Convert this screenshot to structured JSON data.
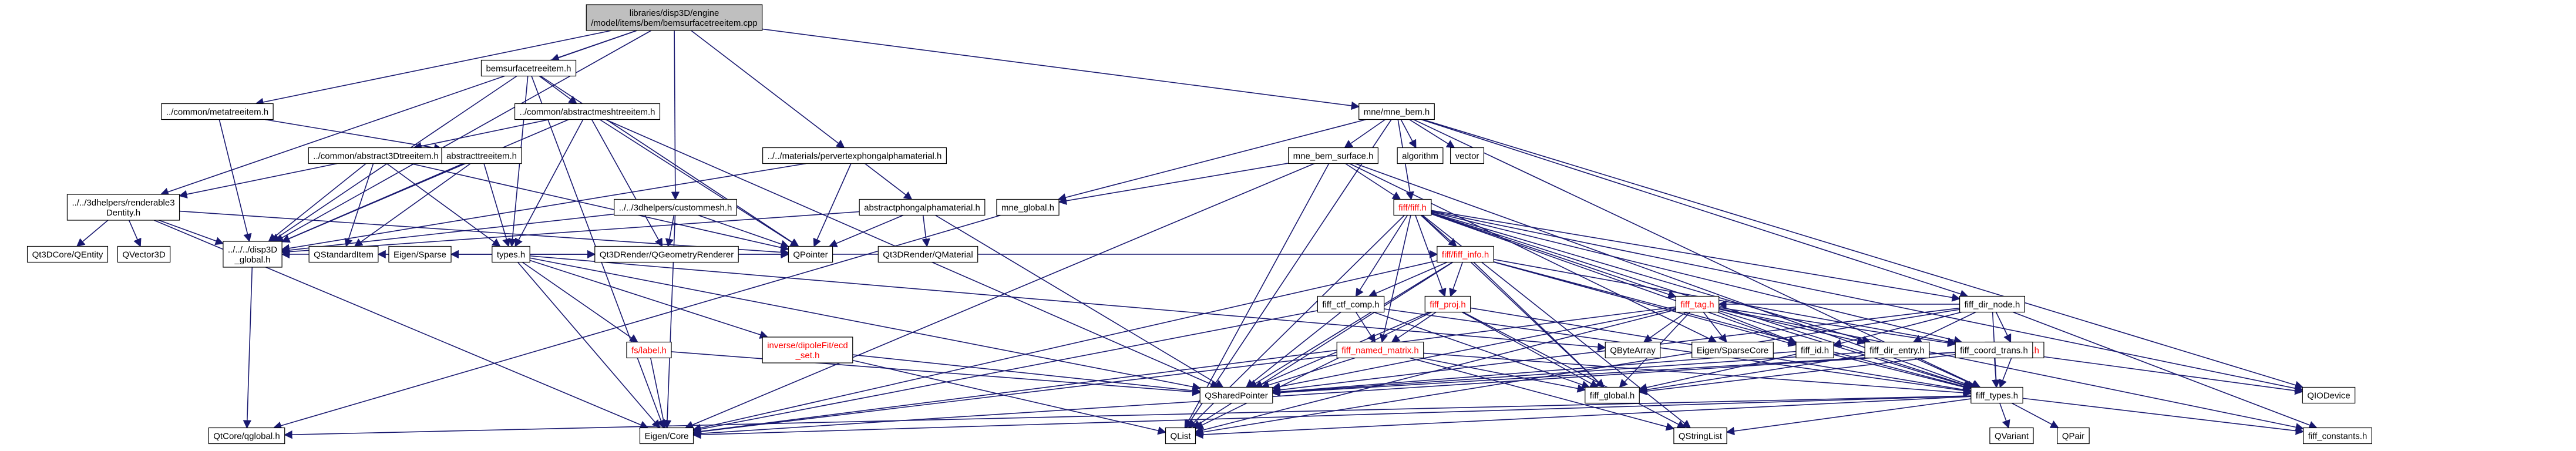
{
  "graph": {
    "colors": {
      "edge": "#191970",
      "node_border": "#000000",
      "node_fill": "#ffffff",
      "root_fill": "#bfbfbf",
      "text": "#000000",
      "red_border": "#ff0000",
      "red_text": "#ff0000"
    },
    "nodes": [
      {
        "id": "root",
        "lines": [
          "libraries/disp3D/engine",
          "/model/items/bem/bemsurfacetreeitem.cpp"
        ],
        "root": true
      },
      {
        "id": "bst",
        "lines": [
          "bemsurfacetreeitem.h"
        ]
      },
      {
        "id": "cmeta",
        "lines": [
          "../common/metatreeitem.h"
        ]
      },
      {
        "id": "abmesh",
        "lines": [
          "../common/abstractmeshtreeitem.h"
        ]
      },
      {
        "id": "abphong",
        "lines": [
          "../../materials/pervertexphongalphamaterial.h"
        ]
      },
      {
        "id": "mnebem",
        "lines": [
          "mne/mne_bem.h"
        ]
      },
      {
        "id": "ab3d",
        "lines": [
          "../common/abstract3Dtreeitem.h"
        ]
      },
      {
        "id": "abtree",
        "lines": [
          "abstracttreeitem.h"
        ]
      },
      {
        "id": "rendr",
        "lines": [
          "../../3dhelpers/renderable3",
          "Dentity.h"
        ]
      },
      {
        "id": "cmesh",
        "lines": [
          "../../3dhelpers/custommesh.h"
        ]
      },
      {
        "id": "abphong2",
        "lines": [
          "abstractphongalphamaterial.h"
        ]
      },
      {
        "id": "mnesurf",
        "lines": [
          "mne_bem_surface.h"
        ]
      },
      {
        "id": "mneglob",
        "lines": [
          "mne_global.h"
        ]
      },
      {
        "id": "algorithm",
        "lines": [
          "algorithm"
        ]
      },
      {
        "id": "vector",
        "lines": [
          "vector"
        ]
      },
      {
        "id": "types",
        "lines": [
          "types.h"
        ]
      },
      {
        "id": "disp3dg",
        "lines": [
          "../../../disp3D",
          "_global.h"
        ]
      },
      {
        "id": "qt3dentity",
        "lines": [
          "Qt3DCore/QEntity"
        ]
      },
      {
        "id": "qvector3d",
        "lines": [
          "QVector3D"
        ]
      },
      {
        "id": "qstditem",
        "lines": [
          "QStandardItem"
        ]
      },
      {
        "id": "eigensparse",
        "lines": [
          "Eigen/Sparse"
        ]
      },
      {
        "id": "qgeomrend",
        "lines": [
          "Qt3DRender/QGeometryRenderer"
        ]
      },
      {
        "id": "qpointer",
        "lines": [
          "QPointer"
        ]
      },
      {
        "id": "qmaterial",
        "lines": [
          "Qt3DRender/QMaterial"
        ]
      },
      {
        "id": "fiff",
        "lines": [
          "fiff/fiff.h"
        ],
        "red": true
      },
      {
        "id": "fiffinfo",
        "lines": [
          "fiff/fiff_info.h"
        ],
        "red": true
      },
      {
        "id": "fiffctf",
        "lines": [
          "fiff_ctf_comp.h"
        ]
      },
      {
        "id": "fiffproj",
        "lines": [
          "fiff_proj.h"
        ],
        "red": true
      },
      {
        "id": "fiffnamed",
        "lines": [
          "fiff_named_matrix.h"
        ],
        "red": true
      },
      {
        "id": "fifftag",
        "lines": [
          "fiff_tag.h"
        ],
        "red": true
      },
      {
        "id": "fiffdir",
        "lines": [
          "fiff_dir_node.h"
        ]
      },
      {
        "id": "fiffexplain",
        "lines": [
          "fiff_explain.h"
        ],
        "red": true
      },
      {
        "id": "fsilabel",
        "lines": [
          "fs/label.h"
        ],
        "red": true
      },
      {
        "id": "dipolefit",
        "lines": [
          "inverse/dipoleFit/ecd",
          "_set.h"
        ],
        "red": true
      },
      {
        "id": "qbytearray",
        "lines": [
          "QByteArray"
        ]
      },
      {
        "id": "eigensparsecore",
        "lines": [
          "Eigen/SparseCore"
        ]
      },
      {
        "id": "fiffid",
        "lines": [
          "fiff_id.h"
        ]
      },
      {
        "id": "fiffdirentry",
        "lines": [
          "fiff_dir_entry.h"
        ]
      },
      {
        "id": "fiffcoord",
        "lines": [
          "fiff_coord_trans.h"
        ]
      },
      {
        "id": "qshared",
        "lines": [
          "QSharedPointer"
        ]
      },
      {
        "id": "fiffglobal",
        "lines": [
          "fiff_global.h"
        ]
      },
      {
        "id": "fifftypes",
        "lines": [
          "fiff_types.h"
        ]
      },
      {
        "id": "qiodevice",
        "lines": [
          "QIODevice"
        ]
      },
      {
        "id": "qtcoreglobal",
        "lines": [
          "QtCore/qglobal.h"
        ]
      },
      {
        "id": "eigencore",
        "lines": [
          "Eigen/Core"
        ]
      },
      {
        "id": "qlist",
        "lines": [
          "QList"
        ]
      },
      {
        "id": "qstringlist",
        "lines": [
          "QStringList"
        ]
      },
      {
        "id": "fiffconst",
        "lines": [
          "fiff_constants.h"
        ]
      },
      {
        "id": "qvariant",
        "lines": [
          "QVariant"
        ]
      },
      {
        "id": "qpair",
        "lines": [
          "QPair"
        ]
      }
    ],
    "edges": [
      [
        "root",
        "bst"
      ],
      [
        "root",
        "cmeta"
      ],
      [
        "root",
        "rendr"
      ],
      [
        "root",
        "abphong"
      ],
      [
        "root",
        "mnebem"
      ],
      [
        "root",
        "cmesh"
      ],
      [
        "root",
        "disp3dg"
      ],
      [
        "bst",
        "abmesh"
      ],
      [
        "bst",
        "disp3dg"
      ],
      [
        "bst",
        "types"
      ],
      [
        "bst",
        "qpointer"
      ],
      [
        "bst",
        "eigencore"
      ],
      [
        "cmeta",
        "abtree"
      ],
      [
        "cmeta",
        "disp3dg"
      ],
      [
        "abmesh",
        "ab3d"
      ],
      [
        "abmesh",
        "types"
      ],
      [
        "abmesh",
        "disp3dg"
      ],
      [
        "abmesh",
        "qgeomrend"
      ],
      [
        "abmesh",
        "qpointer"
      ],
      [
        "abmesh",
        "qshared"
      ],
      [
        "abphong",
        "abphong2"
      ],
      [
        "abphong",
        "disp3dg"
      ],
      [
        "abphong",
        "qpointer"
      ],
      [
        "mnebem",
        "mnesurf"
      ],
      [
        "mnebem",
        "mneglob"
      ],
      [
        "mnebem",
        "algorithm"
      ],
      [
        "mnebem",
        "vector"
      ],
      [
        "mnebem",
        "fiff"
      ],
      [
        "mnebem",
        "fiffdir"
      ],
      [
        "mnebem",
        "qiodevice"
      ],
      [
        "mnebem",
        "qlist"
      ],
      [
        "mnebem",
        "fifftypes"
      ],
      [
        "ab3d",
        "rendr"
      ],
      [
        "ab3d",
        "abtree"
      ],
      [
        "ab3d",
        "disp3dg"
      ],
      [
        "ab3d",
        "qstditem"
      ],
      [
        "ab3d",
        "qpointer"
      ],
      [
        "ab3d",
        "types"
      ],
      [
        "abtree",
        "types"
      ],
      [
        "abtree",
        "disp3dg"
      ],
      [
        "abtree",
        "qstditem"
      ],
      [
        "rendr",
        "disp3dg"
      ],
      [
        "rendr",
        "qt3dentity"
      ],
      [
        "rendr",
        "qvector3d"
      ],
      [
        "rendr",
        "qpointer"
      ],
      [
        "rendr",
        "eigencore"
      ],
      [
        "cmesh",
        "disp3dg"
      ],
      [
        "cmesh",
        "qgeomrend"
      ],
      [
        "cmesh",
        "qpointer"
      ],
      [
        "cmesh",
        "eigencore"
      ],
      [
        "abphong2",
        "disp3dg"
      ],
      [
        "abphong2",
        "qmaterial"
      ],
      [
        "abphong2",
        "qpointer"
      ],
      [
        "abphong2",
        "qshared"
      ],
      [
        "mnesurf",
        "mneglob"
      ],
      [
        "mnesurf",
        "fiff"
      ],
      [
        "mnesurf",
        "eigencore"
      ],
      [
        "mnesurf",
        "eigensparsecore"
      ],
      [
        "mnesurf",
        "qlist"
      ],
      [
        "mnesurf",
        "fifftypes"
      ],
      [
        "mneglob",
        "qtcoreglobal"
      ],
      [
        "types",
        "disp3dg"
      ],
      [
        "types",
        "qstditem"
      ],
      [
        "types",
        "eigensparse"
      ],
      [
        "types",
        "qgeomrend"
      ],
      [
        "types",
        "fsilabel"
      ],
      [
        "types",
        "dipolefit"
      ],
      [
        "types",
        "eigencore"
      ],
      [
        "types",
        "qbytearray"
      ],
      [
        "types",
        "fiffinfo"
      ],
      [
        "types",
        "qshared"
      ],
      [
        "types",
        "qpointer"
      ],
      [
        "disp3dg",
        "qtcoreglobal"
      ],
      [
        "fiff",
        "fiffinfo"
      ],
      [
        "fiff",
        "fiffctf"
      ],
      [
        "fiff",
        "fiffproj"
      ],
      [
        "fiff",
        "fiffnamed"
      ],
      [
        "fiff",
        "fifftag"
      ],
      [
        "fiff",
        "fiffdir"
      ],
      [
        "fiff",
        "fiffid"
      ],
      [
        "fiff",
        "fiffdirentry"
      ],
      [
        "fiff",
        "fiffcoord"
      ],
      [
        "fiff",
        "fiffglobal"
      ],
      [
        "fiff",
        "fifftypes"
      ],
      [
        "fiff",
        "qiodevice"
      ],
      [
        "fiff",
        "qstringlist"
      ],
      [
        "fiff",
        "qlist"
      ],
      [
        "fiffinfo",
        "fiffctf"
      ],
      [
        "fiffinfo",
        "fiffproj"
      ],
      [
        "fiffinfo",
        "fiffid"
      ],
      [
        "fiffinfo",
        "fiffcoord"
      ],
      [
        "fiffinfo",
        "fiffglobal"
      ],
      [
        "fiffinfo",
        "fifftypes"
      ],
      [
        "fiffinfo",
        "qshared"
      ],
      [
        "fiffinfo",
        "qlist"
      ],
      [
        "fiffinfo",
        "eigencore"
      ],
      [
        "fiffctf",
        "fiffnamed"
      ],
      [
        "fiffctf",
        "fiffglobal"
      ],
      [
        "fiffctf",
        "fifftypes"
      ],
      [
        "fiffctf",
        "qshared"
      ],
      [
        "fiffctf",
        "eigencore"
      ],
      [
        "fiffproj",
        "fiffnamed"
      ],
      [
        "fiffproj",
        "fiffglobal"
      ],
      [
        "fiffproj",
        "fifftypes"
      ],
      [
        "fiffproj",
        "qshared"
      ],
      [
        "fiffproj",
        "qlist"
      ],
      [
        "fiffproj",
        "qstringlist"
      ],
      [
        "fiffnamed",
        "fiffglobal"
      ],
      [
        "fiffnamed",
        "fifftypes"
      ],
      [
        "fiffnamed",
        "qshared"
      ],
      [
        "fiffnamed",
        "qstringlist"
      ],
      [
        "fiffnamed",
        "eigencore"
      ],
      [
        "fifftag",
        "fiffid"
      ],
      [
        "fifftag",
        "fiffdirentry"
      ],
      [
        "fifftag",
        "fiffcoord"
      ],
      [
        "fifftag",
        "qbytearray"
      ],
      [
        "fifftag",
        "eigensparsecore"
      ],
      [
        "fifftag",
        "fifftypes"
      ],
      [
        "fifftag",
        "fiffconst"
      ],
      [
        "fifftag",
        "qshared"
      ],
      [
        "fifftag",
        "fiffglobal"
      ],
      [
        "fifftag",
        "qlist"
      ],
      [
        "fifftag",
        "eigencore"
      ],
      [
        "fiffdir",
        "fifftag"
      ],
      [
        "fiffdir",
        "fiffexplain"
      ],
      [
        "fiffdir",
        "fiffid"
      ],
      [
        "fiffdir",
        "fiffdirentry"
      ],
      [
        "fiffdir",
        "fifftypes"
      ],
      [
        "fiffdir",
        "qshared"
      ],
      [
        "fiffdir",
        "qlist"
      ],
      [
        "fiffdir",
        "fiffconst"
      ],
      [
        "fiffexplain",
        "fifftypes"
      ],
      [
        "fsilabel",
        "qshared"
      ],
      [
        "fsilabel",
        "eigencore"
      ],
      [
        "dipolefit",
        "qshared"
      ],
      [
        "dipolefit",
        "qlist"
      ],
      [
        "fiffid",
        "fiffglobal"
      ],
      [
        "fiffid",
        "fifftypes"
      ],
      [
        "fiffid",
        "qshared"
      ],
      [
        "fiffdirentry",
        "fiffglobal"
      ],
      [
        "fiffdirentry",
        "fifftypes"
      ],
      [
        "fiffdirentry",
        "qshared"
      ],
      [
        "fiffcoord",
        "fiffglobal"
      ],
      [
        "fiffcoord",
        "fifftypes"
      ],
      [
        "fiffcoord",
        "qshared"
      ],
      [
        "fiffcoord",
        "qiodevice"
      ],
      [
        "fiffcoord",
        "eigencore"
      ],
      [
        "fifftypes",
        "qlist"
      ],
      [
        "fifftypes",
        "qstringlist"
      ],
      [
        "fifftypes",
        "qvariant"
      ],
      [
        "fifftypes",
        "qpair"
      ],
      [
        "fifftypes",
        "fiffconst"
      ],
      [
        "fifftypes",
        "eigencore"
      ],
      [
        "fifftypes",
        "qtcoreglobal"
      ]
    ]
  }
}
